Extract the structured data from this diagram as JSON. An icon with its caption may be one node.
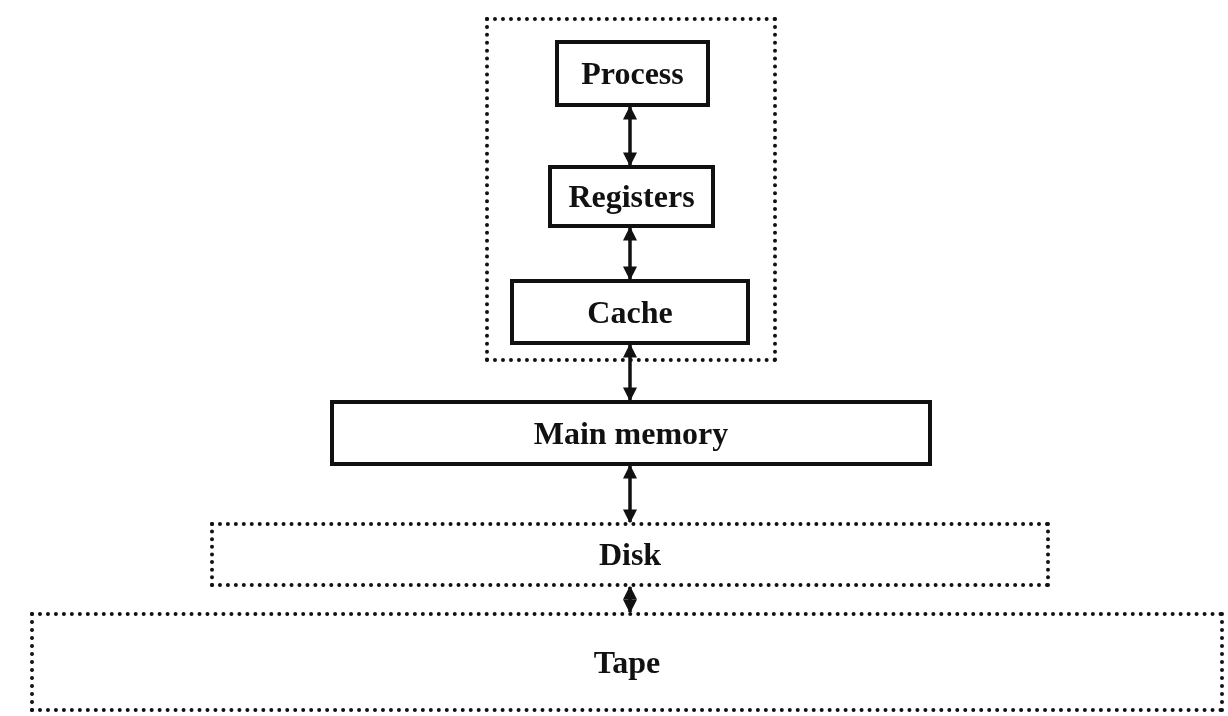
{
  "diagram": {
    "nodes": [
      {
        "text": [],
        "shape": "box"
      },
      {
        "text": [
          "Process"
        ],
        "in": 0
      },
      {
        "text": [
          "Registers"
        ],
        "in": 0
      },
      {
        "text": [
          "Cache"
        ],
        "in": 0
      },
      {
        "text": [
          "Main memory"
        ]
      },
      {
        "text": [
          "Disk"
        ]
      },
      {
        "text": [
          "Tape"
        ]
      }
    ],
    "edges": [
      {
        "from": 1,
        "to": 2,
        "arrow": "both"
      },
      {
        "from": 2,
        "to": 3,
        "arrow": "both"
      },
      {
        "from": 3,
        "to": 4,
        "arrow": "both"
      },
      {
        "from": 4,
        "to": 5,
        "arrow": "both"
      },
      {
        "from": 5,
        "to": 6,
        "arrow": "both"
      }
    ]
  }
}
